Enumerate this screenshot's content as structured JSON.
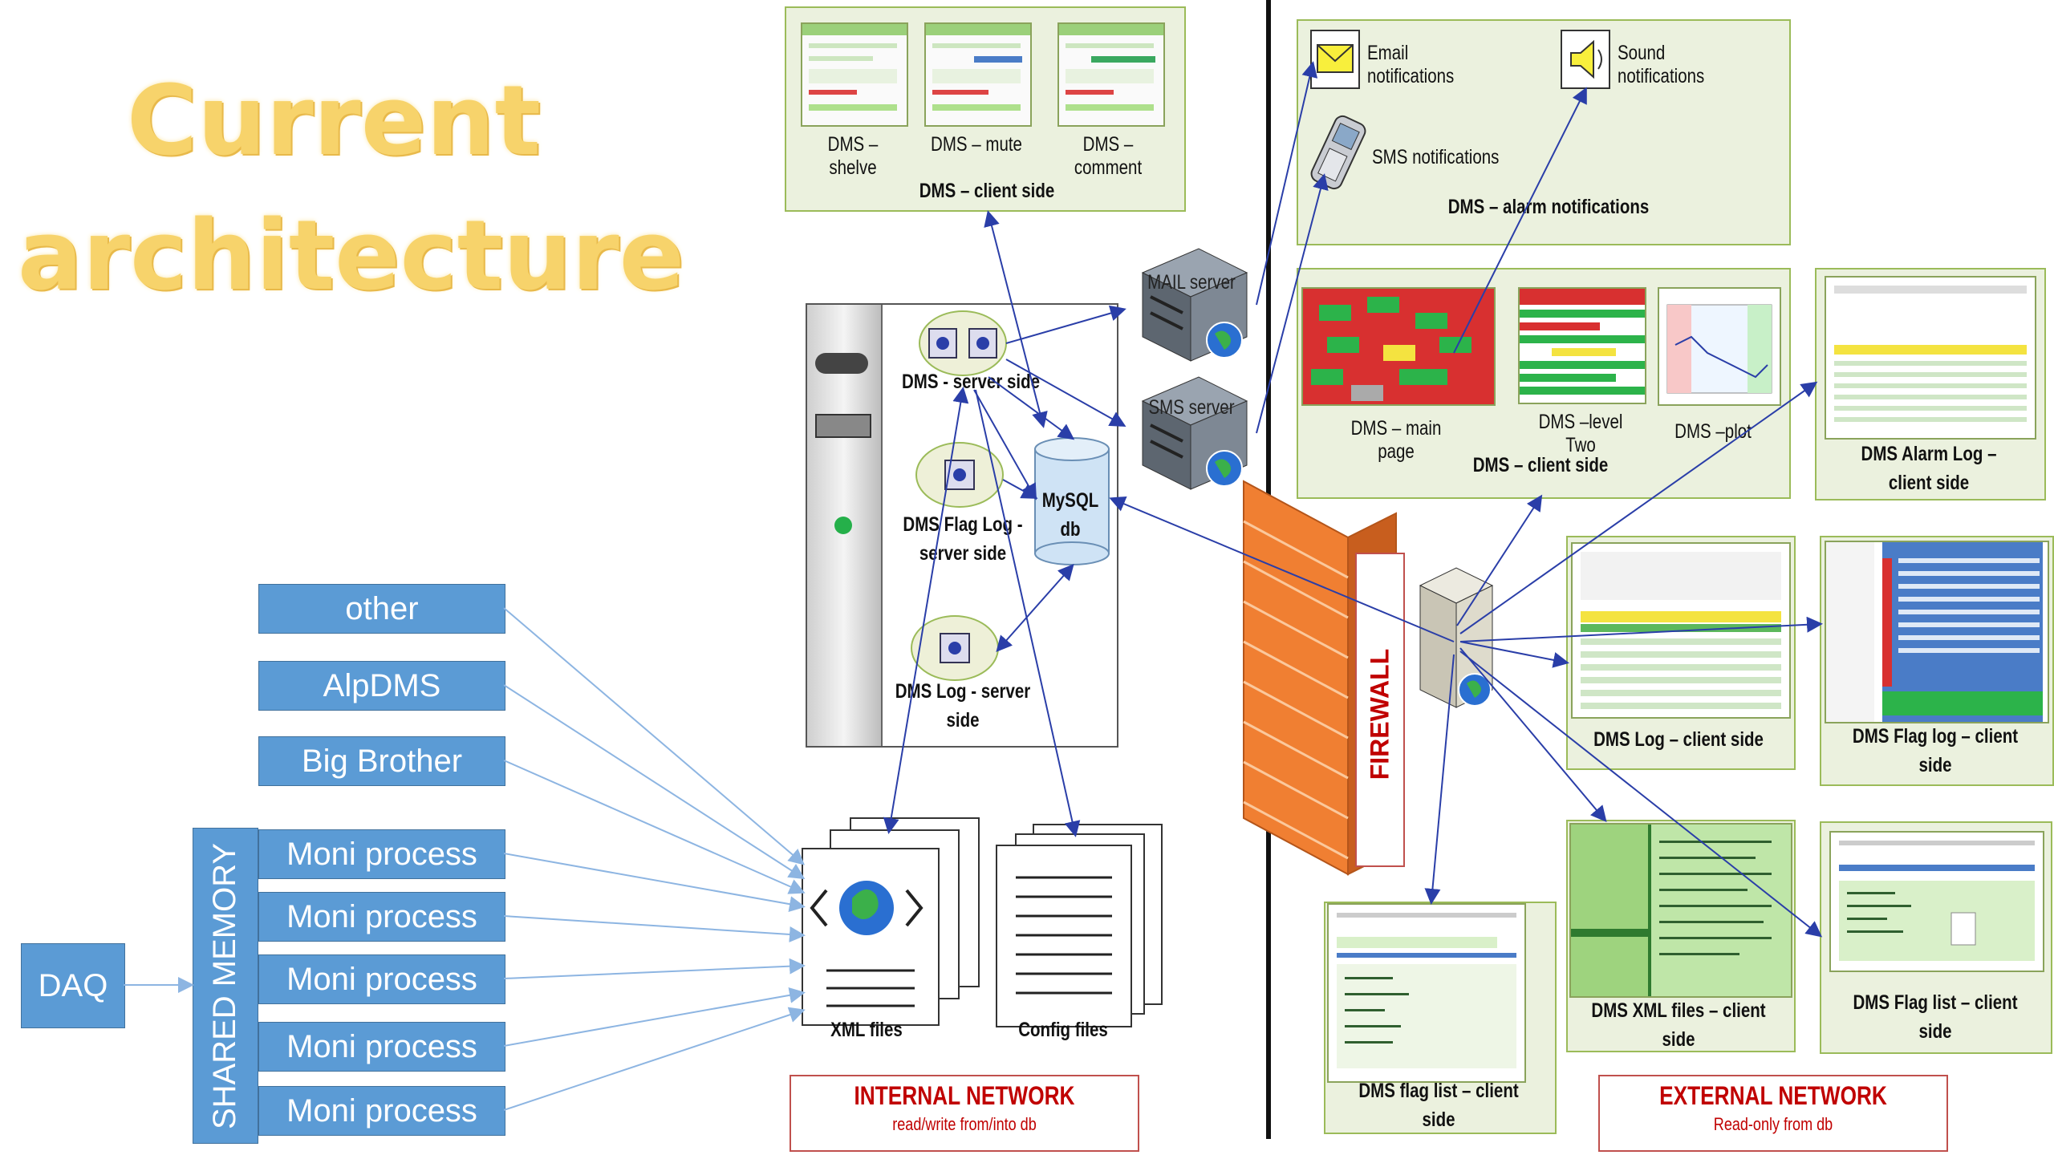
{
  "title": {
    "line1": "Current",
    "line2": "architecture"
  },
  "sources": [
    "other",
    "AlpDMS",
    "Big Brother"
  ],
  "moni_processes": [
    "Moni process",
    "Moni process",
    "Moni process",
    "Moni process",
    "Moni process"
  ],
  "shared_memory": "SHARED MEMORY",
  "daq": "DAQ",
  "client_panel_top": {
    "thumbs": [
      "DMS – shelve",
      "DMS – mute",
      "DMS –comment"
    ],
    "caption": "DMS – client side"
  },
  "server": {
    "server_side": "DMS - server side",
    "flaglog_line1": "DMS Flag Log -",
    "flaglog_line2": "server side",
    "log_line1": "DMS Log - server",
    "log_line2": "side",
    "mysql_line1": "MySQL",
    "mysql_line2": "db"
  },
  "mail_server": "MAIL server",
  "sms_server": "SMS server",
  "files": {
    "xml": "XML files",
    "config": "Config files"
  },
  "internal_network": {
    "title": "INTERNAL NETWORK",
    "subtitle": "read/write from/into db"
  },
  "firewall": "FIREWALL",
  "notifications": {
    "email": "Email notifications",
    "sound": "Sound notifications",
    "sms": "SMS notifications",
    "caption": "DMS – alarm notifications"
  },
  "client_panel_main": {
    "thumbs": [
      "DMS – main page",
      "DMS –level Two",
      "DMS –plot"
    ],
    "caption": "DMS – client side"
  },
  "alarm_log": {
    "line1": "DMS Alarm Log –",
    "line2": "client side"
  },
  "dms_log": "DMS Log – client side",
  "flag_log_client": {
    "line1": "DMS Flag log – client",
    "line2": "side"
  },
  "xml_files_client": {
    "line1": "DMS XML files – client",
    "line2": "side"
  },
  "flag_list_client_right": {
    "line1": "DMS Flag list – client",
    "line2": "side"
  },
  "flag_list_client_left": {
    "line1": "DMS flag list – client",
    "line2": "side"
  },
  "external_network": {
    "title": "EXTERNAL NETWORK",
    "subtitle": "Read-only from db"
  },
  "colors": {
    "title": "#f7d36b",
    "box_blue": "#5b9bd5",
    "panel_bg": "#ebf1de",
    "panel_border": "#9bbb59",
    "arrow": "#2a3ea8",
    "net_red": "#c00000",
    "firewall": "#f07f32"
  }
}
